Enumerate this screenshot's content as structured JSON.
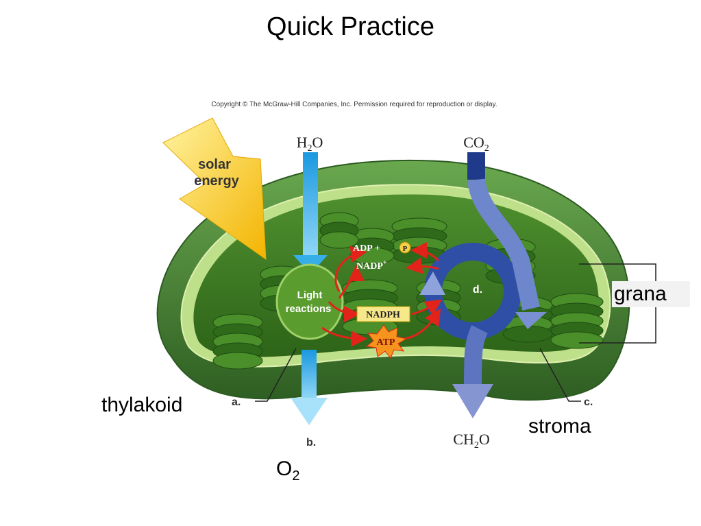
{
  "slide": {
    "title": "Quick Practice"
  },
  "figure": {
    "copyright": "Copyright © The McGraw-Hill Companies, Inc. Permission required for reproduction or display.",
    "solar_line1": "solar",
    "solar_line2": "energy",
    "h2o": {
      "main": "H",
      "sub": "2",
      "tail": "O"
    },
    "co2": {
      "main": "CO",
      "sub": "2"
    },
    "ch2o": {
      "main": "CH",
      "sub": "2",
      "tail": "O"
    },
    "light_line1": "Light",
    "light_line2": "reactions",
    "adp": "ADP +",
    "p": "P",
    "nadp": "NADP",
    "nadp_sup": "+",
    "nadph": "NADPH",
    "atp": "ATP",
    "label_a": "a.",
    "label_b": "b.",
    "label_c": "c.",
    "label_d": "d."
  },
  "answers": {
    "grana": "grana",
    "thylakoid": "thylakoid",
    "stroma": "stroma",
    "o2_main": "O",
    "o2_sub": "2"
  },
  "colors": {
    "chloroplast_outer": "#3f7a2e",
    "chloroplast_inner": "#bfe08a",
    "stroma": "#3c7a22",
    "grana_stack": "#2f6f1c",
    "solar_arrow": "#f7c81a",
    "h2o_arrow": "#2fa9e6",
    "co2_arrow": "#1f3f8f",
    "cycle_arrow": "#3a5fae",
    "red_arrow": "#e2231a"
  }
}
